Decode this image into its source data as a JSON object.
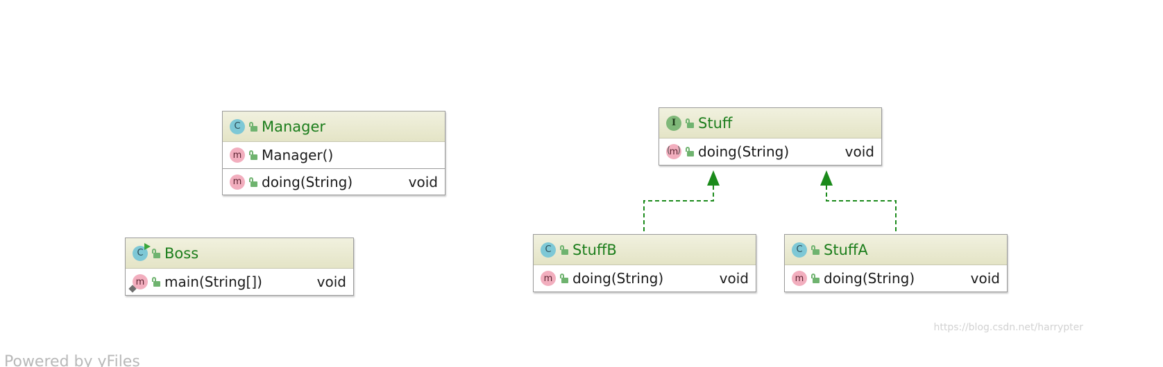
{
  "diagram": {
    "nodes": [
      {
        "id": "manager",
        "kind": "class",
        "kind_letter": "C",
        "name": "Manager",
        "members": [
          {
            "name": "Manager()",
            "type": "",
            "icon_letter": "m"
          },
          {
            "name": "doing(String)",
            "type": "void",
            "icon_letter": "m"
          }
        ]
      },
      {
        "id": "boss",
        "kind": "class",
        "kind_letter": "C",
        "name": "Boss",
        "members": [
          {
            "name": "main(String[])",
            "type": "void",
            "icon_letter": "m"
          }
        ]
      },
      {
        "id": "stuff",
        "kind": "interface",
        "kind_letter": "I",
        "name": "Stuff",
        "members": [
          {
            "name": "doing(String)",
            "type": "void",
            "icon_letter": "m"
          }
        ]
      },
      {
        "id": "stuffb",
        "kind": "class",
        "kind_letter": "C",
        "name": "StuffB",
        "members": [
          {
            "name": "doing(String)",
            "type": "void",
            "icon_letter": "m"
          }
        ]
      },
      {
        "id": "stuffa",
        "kind": "class",
        "kind_letter": "C",
        "name": "StuffA",
        "members": [
          {
            "name": "doing(String)",
            "type": "void",
            "icon_letter": "m"
          }
        ]
      }
    ],
    "edges": [
      {
        "from": "stuffb",
        "to": "stuff",
        "relation": "realization"
      },
      {
        "from": "stuffa",
        "to": "stuff",
        "relation": "realization"
      }
    ]
  },
  "colors": {
    "header_bg": "#e9e9cf",
    "title_text": "#1b7d1b",
    "edge": "#1a8a1a",
    "border": "#9a9a9a",
    "class_icon": "#7ec8d6",
    "interface_icon": "#7fb879",
    "method_icon": "#f2aebe"
  },
  "icons": {
    "class": "class-icon",
    "interface": "interface-icon",
    "method": "method-icon",
    "visibility": "public-lock-icon",
    "runnable": "run-badge-icon",
    "static": "static-badge-icon"
  },
  "watermark": "https://blog.csdn.net/harrypter",
  "bottom_text": "Powered by yFiles"
}
